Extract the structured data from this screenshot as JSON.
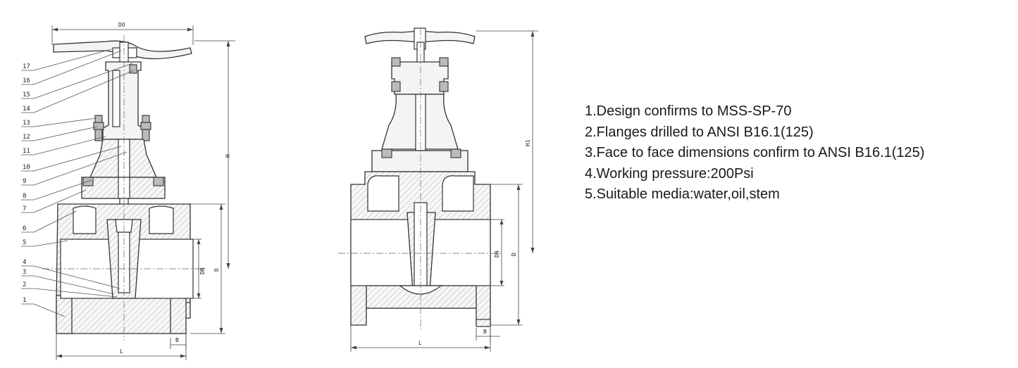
{
  "left_drawing": {
    "part_numbers": [
      "17",
      "16",
      "15",
      "14",
      "13",
      "12",
      "11",
      "10",
      "9",
      "8",
      "7",
      "6",
      "5",
      "4",
      "3",
      "2",
      "1"
    ],
    "dimension_labels": {
      "top": "DO",
      "right": "H",
      "dn": "DN",
      "d": "D",
      "bottom": "L",
      "b": "B"
    }
  },
  "right_drawing": {
    "dimension_labels": {
      "right": "H1",
      "dn": "DN",
      "d": "D",
      "bottom": "L",
      "b": "B"
    }
  },
  "notes": [
    "1.Design confirms to MSS-SP-70",
    "2.Flanges drilled to ANSI B16.1(125)",
    "3.Face to face dimensions confirm to ANSI B16.1(125)",
    "4.Working pressure:200Psi",
    "5.Suitable media:water,oil,stem"
  ]
}
